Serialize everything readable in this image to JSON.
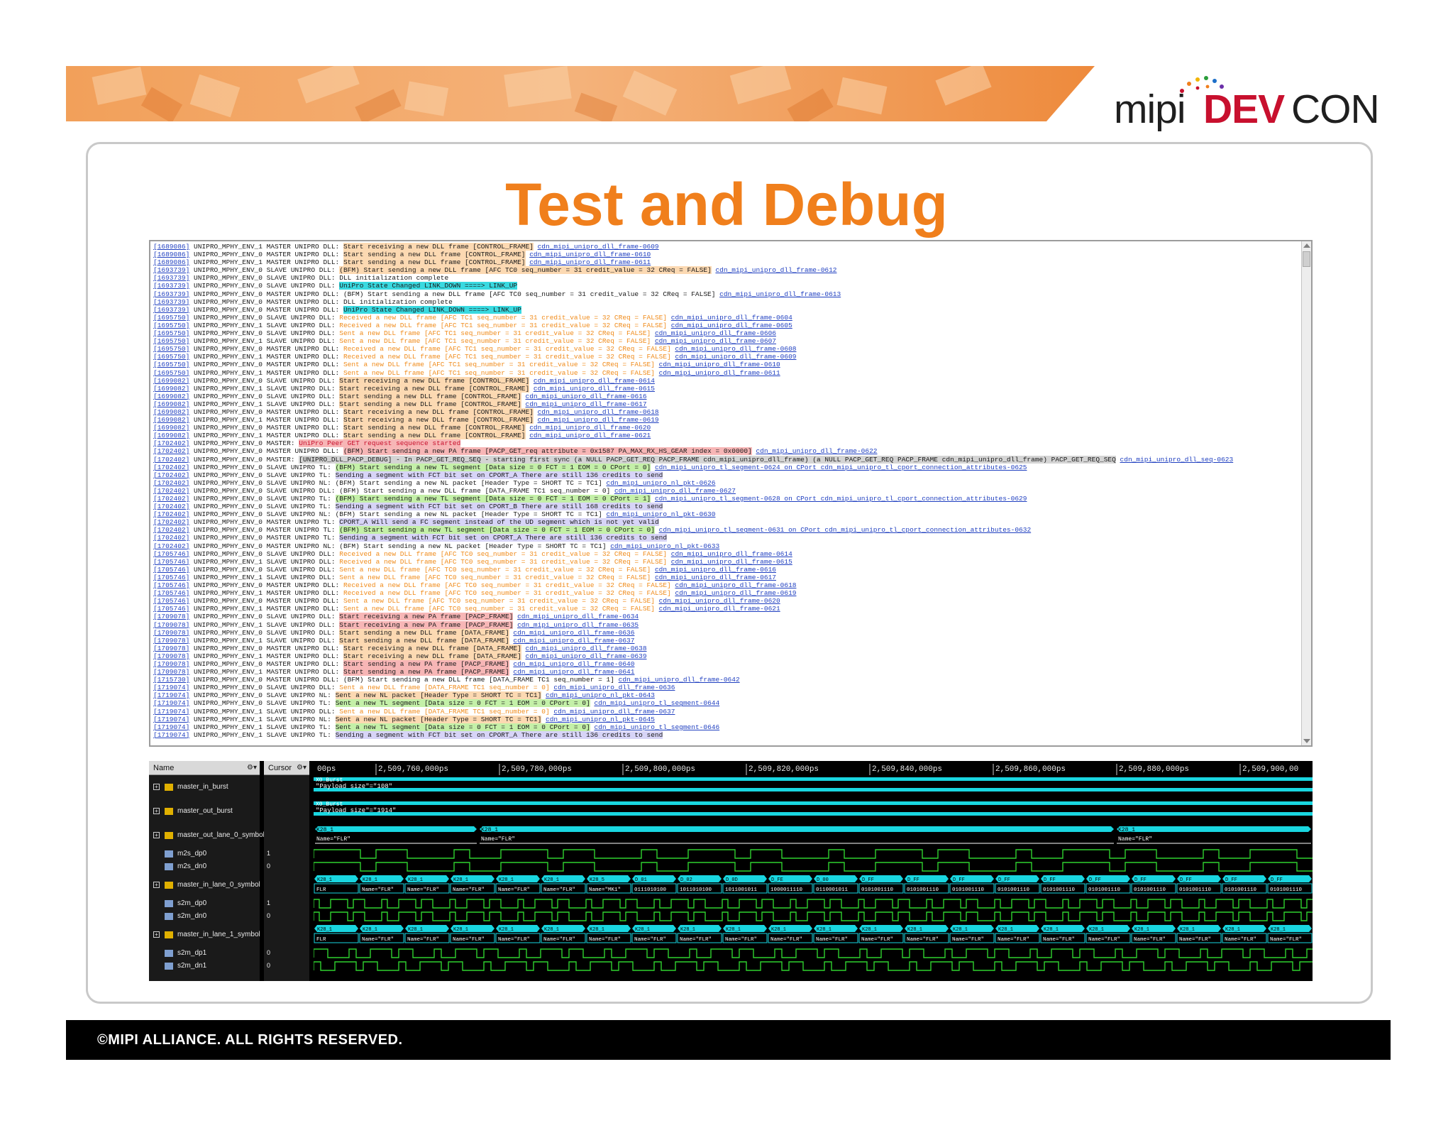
{
  "brand": {
    "logo_mipi": "mipi",
    "logo_dev": "DEV",
    "logo_con": "CON",
    "accent_orange": "#f07f1c",
    "accent_red": "#c8102e"
  },
  "slide": {
    "title": "Test and Debug",
    "footer": "©MIPI ALLIANCE. ALL RIGHTS RESERVED."
  },
  "log": {
    "lines": [
      {
        "ts": "[1689086]",
        "src": "UNIPRO_MPHY_ENV_1 MASTER UNIPRO DLL:",
        "msg": "Start receiving a new DLL frame [CONTROL_FRAME]",
        "hl": "orange",
        "link": "cdn_mipi_unipro_dll_frame-0609"
      },
      {
        "ts": "[1689086]",
        "src": "UNIPRO_MPHY_ENV_0 MASTER UNIPRO DLL:",
        "msg": "Start sending a new DLL frame [CONTROL_FRAME]",
        "hl": "orange",
        "link": "cdn_mipi_unipro_dll_frame-0610"
      },
      {
        "ts": "[1689086]",
        "src": "UNIPRO_MPHY_ENV_1 MASTER UNIPRO DLL:",
        "msg": "Start sending a new DLL frame [CONTROL_FRAME]",
        "hl": "orange",
        "link": "cdn_mipi_unipro_dll_frame-0611"
      },
      {
        "ts": "[1693739]",
        "src": "UNIPRO_MPHY_ENV_0 SLAVE UNIPRO DLL:",
        "msg": "(BFM) Start sending a new DLL frame [AFC TC0 seq_number = 31 credit_value = 32 CReq = FALSE]",
        "hl": "orange",
        "link": "cdn_mipi_unipro_dll_frame-0612"
      },
      {
        "ts": "[1693739]",
        "src": "UNIPRO_MPHY_ENV_0 SLAVE UNIPRO DLL:",
        "msg": "DLL initialization complete",
        "hl": "",
        "link": ""
      },
      {
        "ts": "[1693739]",
        "src": "UNIPRO_MPHY_ENV_0 SLAVE UNIPRO DLL:",
        "msg": "UniPro State Changed  LINK_DOWN ====> LINK_UP",
        "hl": "cyan",
        "link": ""
      },
      {
        "ts": "[1693739]",
        "src": "UNIPRO_MPHY_ENV_0 MASTER UNIPRO DLL:",
        "msg": "(BFM) Start sending a new DLL frame [AFC TC0 seq_number = 31 credit_value = 32 CReq = FALSE]",
        "hl": "",
        "link": "cdn_mipi_unipro_dll_frame-0613"
      },
      {
        "ts": "[1693739]",
        "src": "UNIPRO_MPHY_ENV_0 MASTER UNIPRO DLL:",
        "msg": "DLL initialization complete",
        "hl": "",
        "link": ""
      },
      {
        "ts": "[1693739]",
        "src": "UNIPRO_MPHY_ENV_0 MASTER UNIPRO DLL:",
        "msg": "UniPro State Changed  LINK_DOWN ====> LINK_UP",
        "hl": "cyan",
        "link": ""
      },
      {
        "ts": "[1695750]",
        "src": "UNIPRO_MPHY_ENV_0 SLAVE UNIPRO DLL:",
        "msg": "Received a new DLL frame [AFC TC1 seq_number = 31 credit_value = 32 CReq = FALSE]",
        "hl": "t-orange",
        "link": "cdn_mipi_unipro_dll_frame-0604"
      },
      {
        "ts": "[1695750]",
        "src": "UNIPRO_MPHY_ENV_1 SLAVE UNIPRO DLL:",
        "msg": "Received a new DLL frame [AFC TC1 seq_number = 31 credit_value = 32 CReq = FALSE]",
        "hl": "t-orange",
        "link": "cdn_mipi_unipro_dll_frame-0605"
      },
      {
        "ts": "[1695750]",
        "src": "UNIPRO_MPHY_ENV_0 SLAVE UNIPRO DLL:",
        "msg": "Sent a new  DLL frame [AFC TC1 seq_number = 31 credit_value = 32 CReq = FALSE]",
        "hl": "t-orange",
        "link": "cdn_mipi_unipro_dll_frame-0606"
      },
      {
        "ts": "[1695750]",
        "src": "UNIPRO_MPHY_ENV_1 SLAVE UNIPRO DLL:",
        "msg": "Sent a new  DLL frame [AFC TC1 seq_number = 31 credit_value = 32 CReq = FALSE]",
        "hl": "t-orange",
        "link": "cdn_mipi_unipro_dll_frame-0607"
      },
      {
        "ts": "[1695750]",
        "src": "UNIPRO_MPHY_ENV_0 MASTER UNIPRO DLL:",
        "msg": "Received a new DLL frame [AFC TC1 seq_number = 31 credit_value = 32 CReq = FALSE]",
        "hl": "t-orange",
        "link": "cdn_mipi_unipro_dll_frame-0608"
      },
      {
        "ts": "[1695750]",
        "src": "UNIPRO_MPHY_ENV_1 MASTER UNIPRO DLL:",
        "msg": "Received a new DLL frame [AFC TC1 seq_number = 31 credit_value = 32 CReq = FALSE]",
        "hl": "t-orange",
        "link": "cdn_mipi_unipro_dll_frame-0609"
      },
      {
        "ts": "[1695750]",
        "src": "UNIPRO_MPHY_ENV_0 MASTER UNIPRO DLL:",
        "msg": "Sent a new  DLL frame [AFC TC1 seq_number = 31 credit_value = 32 CReq = FALSE]",
        "hl": "t-orange",
        "link": "cdn_mipi_unipro_dll_frame-0610"
      },
      {
        "ts": "[1695750]",
        "src": "UNIPRO_MPHY_ENV_1 MASTER UNIPRO DLL:",
        "msg": "Sent a new  DLL frame [AFC TC1 seq_number = 31 credit_value = 32 CReq = FALSE]",
        "hl": "t-orange",
        "link": "cdn_mipi_unipro_dll_frame-0611"
      },
      {
        "ts": "[1699082]",
        "src": "UNIPRO_MPHY_ENV_0 SLAVE UNIPRO DLL:",
        "msg": "Start receiving a new DLL frame [CONTROL_FRAME]",
        "hl": "orange",
        "link": "cdn_mipi_unipro_dll_frame-0614"
      },
      {
        "ts": "[1699082]",
        "src": "UNIPRO_MPHY_ENV_1 SLAVE UNIPRO DLL:",
        "msg": "Start receiving a new DLL frame [CONTROL_FRAME]",
        "hl": "orange",
        "link": "cdn_mipi_unipro_dll_frame-0615"
      },
      {
        "ts": "[1699082]",
        "src": "UNIPRO_MPHY_ENV_0 SLAVE UNIPRO DLL:",
        "msg": "Start sending a new DLL frame [CONTROL_FRAME]",
        "hl": "orange",
        "link": "cdn_mipi_unipro_dll_frame-0616"
      },
      {
        "ts": "[1699082]",
        "src": "UNIPRO_MPHY_ENV_1 SLAVE UNIPRO DLL:",
        "msg": "Start sending a new DLL frame [CONTROL_FRAME]",
        "hl": "orange",
        "link": "cdn_mipi_unipro_dll_frame-0617"
      },
      {
        "ts": "[1699082]",
        "src": "UNIPRO_MPHY_ENV_0 MASTER UNIPRO DLL:",
        "msg": "Start receiving a new DLL frame [CONTROL_FRAME]",
        "hl": "orange",
        "link": "cdn_mipi_unipro_dll_frame-0618"
      },
      {
        "ts": "[1699082]",
        "src": "UNIPRO_MPHY_ENV_1 MASTER UNIPRO DLL:",
        "msg": "Start receiving a new DLL frame [CONTROL_FRAME]",
        "hl": "orange",
        "link": "cdn_mipi_unipro_dll_frame-0619"
      },
      {
        "ts": "[1699082]",
        "src": "UNIPRO_MPHY_ENV_0 MASTER UNIPRO DLL:",
        "msg": "Start sending a new DLL frame [CONTROL_FRAME]",
        "hl": "orange",
        "link": "cdn_mipi_unipro_dll_frame-0620"
      },
      {
        "ts": "[1699082]",
        "src": "UNIPRO_MPHY_ENV_1 MASTER UNIPRO DLL:",
        "msg": "Start sending a new DLL frame [CONTROL_FRAME]",
        "hl": "orange",
        "link": "cdn_mipi_unipro_dll_frame-0621"
      },
      {
        "ts": "[1702402]",
        "src": "UNIPRO_MPHY_ENV_0 MASTER:",
        "msg": "UniPro Peer GET request sequence started",
        "hl": "t-red-pink",
        "link": ""
      },
      {
        "ts": "[1702402]",
        "src": "UNIPRO_MPHY_ENV_0 MASTER UNIPRO DLL:",
        "msg": "(BFM) Start sending a new PA frame [PACP_GET_req attribute = 0x1587 PA_MAX_RX_HS_GEAR index = 0x0000]",
        "hl": "pink",
        "link": "cdn_mipi_unipro_dll_frame-0622"
      },
      {
        "ts": "[1702402]",
        "src": "UNIPRO_MPHY_ENV_0 MASTER:",
        "msg": "[UNIPRO_DLL_PACP_DEBUG] - In PACP_GET_REQ_SEQ - starting first sync (a NULL PACP_GET_REQ PACP_FRAME cdn_mipi_unipro_dll_frame) (a NULL PACP_GET_REQ PACP_FRAME cdn_mipi_unipro_dll_frame) PACP_GET_REQ_SEQ",
        "hl": "gray",
        "link": "cdn_mipi_unipro_dll_seq-0623"
      },
      {
        "ts": "[1702402]",
        "src": "UNIPRO_MPHY_ENV_0 SLAVE UNIPRO TL:",
        "msg": "(BFM) Start sending a new TL segment [Data size = 0 FCT = 1 EOM = 0 CPort = 0]",
        "hl": "green",
        "link": "cdn_mipi_unipro_tl_segment-0624 on CPort cdn_mipi_unipro_tl_cport_connection_attributes-0625"
      },
      {
        "ts": "[1702402]",
        "src": "UNIPRO_MPHY_ENV_0 SLAVE UNIPRO TL:",
        "msg": "Sending a segment with FCT bit set on CPORT_A  There are still 136 credits to send",
        "hl": "lav",
        "link": ""
      },
      {
        "ts": "[1702402]",
        "src": "UNIPRO_MPHY_ENV_0 SLAVE UNIPRO NL:",
        "msg": "(BFM) Start sending a new NL packet [Header Type = SHORT TC = TC1]",
        "hl": "",
        "link": "cdn_mipi_unipro_nl_pkt-0626"
      },
      {
        "ts": "[1702402]",
        "src": "UNIPRO_MPHY_ENV_0 SLAVE UNIPRO DLL:",
        "msg": "(BFM) Start sending a new DLL frame [DATA_FRAME TC1 seq_number = 0]",
        "hl": "",
        "link": "cdn_mipi_unipro_dll_frame-0627"
      },
      {
        "ts": "[1702402]",
        "src": "UNIPRO_MPHY_ENV_0 SLAVE UNIPRO TL:",
        "msg": "(BFM) Start sending a new TL segment [Data size = 0 FCT = 1 EOM = 0 CPort = 1]",
        "hl": "green",
        "link": "cdn_mipi_unipro_tl_segment-0628 on CPort cdn_mipi_unipro_tl_cport_connection_attributes-0629"
      },
      {
        "ts": "[1702402]",
        "src": "UNIPRO_MPHY_ENV_0 SLAVE UNIPRO TL:",
        "msg": "Sending a segment with FCT bit set on CPORT_B  There are still 168 credits to send",
        "hl": "lav",
        "link": ""
      },
      {
        "ts": "[1702402]",
        "src": "UNIPRO_MPHY_ENV_0 SLAVE UNIPRO NL:",
        "msg": "(BFM) Start sending a new NL packet [Header Type = SHORT TC = TC1]",
        "hl": "",
        "link": "cdn_mipi_unipro_nl_pkt-0630"
      },
      {
        "ts": "[1702402]",
        "src": "UNIPRO_MPHY_ENV_0 MASTER UNIPRO TL:",
        "msg": "CPORT_A  Will send a FC segment instead of the UD segment which is not yet valid",
        "hl": "lav",
        "link": ""
      },
      {
        "ts": "[1702402]",
        "src": "UNIPRO_MPHY_ENV_0 MASTER UNIPRO TL:",
        "msg": "(BFM) Start sending a new TL segment [Data size = 0 FCT = 1 EOM = 0 CPort = 0]",
        "hl": "green",
        "link": "cdn_mipi_unipro_tl_segment-0631 on CPort cdn_mipi_unipro_tl_cport_connection_attributes-0632"
      },
      {
        "ts": "[1702402]",
        "src": "UNIPRO_MPHY_ENV_0 MASTER UNIPRO TL:",
        "msg": "Sending a segment with FCT bit set on CPORT_A  There are still 136 credits to send",
        "hl": "lav",
        "link": ""
      },
      {
        "ts": "[1702402]",
        "src": "UNIPRO_MPHY_ENV_0 MASTER UNIPRO NL:",
        "msg": "(BFM) Start sending a new NL packet [Header Type = SHORT TC = TC1]",
        "hl": "",
        "link": "cdn_mipi_unipro_nl_pkt-0633"
      },
      {
        "ts": "[1705746]",
        "src": "UNIPRO_MPHY_ENV_0 SLAVE UNIPRO DLL:",
        "msg": "Received a new DLL frame [AFC TC0 seq_number = 31 credit_value = 32 CReq = FALSE]",
        "hl": "t-orange",
        "link": "cdn_mipi_unipro_dll_frame-0614"
      },
      {
        "ts": "[1705746]",
        "src": "UNIPRO_MPHY_ENV_1 SLAVE UNIPRO DLL:",
        "msg": "Received a new DLL frame [AFC TC0 seq_number = 31 credit_value = 32 CReq = FALSE]",
        "hl": "t-orange",
        "link": "cdn_mipi_unipro_dll_frame-0615"
      },
      {
        "ts": "[1705746]",
        "src": "UNIPRO_MPHY_ENV_0 SLAVE UNIPRO DLL:",
        "msg": "Sent a new  DLL frame [AFC TC0 seq_number = 31 credit_value = 32 CReq = FALSE]",
        "hl": "t-orange",
        "link": "cdn_mipi_unipro_dll_frame-0616"
      },
      {
        "ts": "[1705746]",
        "src": "UNIPRO_MPHY_ENV_1 SLAVE UNIPRO DLL:",
        "msg": "Sent a new  DLL frame [AFC TC0 seq_number = 31 credit_value = 32 CReq = FALSE]",
        "hl": "t-orange",
        "link": "cdn_mipi_unipro_dll_frame-0617"
      },
      {
        "ts": "[1705746]",
        "src": "UNIPRO_MPHY_ENV_0 MASTER UNIPRO DLL:",
        "msg": "Received a new DLL frame [AFC TC0 seq_number = 31 credit_value = 32 CReq = FALSE]",
        "hl": "t-orange",
        "link": "cdn_mipi_unipro_dll_frame-0618"
      },
      {
        "ts": "[1705746]",
        "src": "UNIPRO_MPHY_ENV_1 MASTER UNIPRO DLL:",
        "msg": "Received a new DLL frame [AFC TC0 seq_number = 31 credit_value = 32 CReq = FALSE]",
        "hl": "t-orange",
        "link": "cdn_mipi_unipro_dll_frame-0619"
      },
      {
        "ts": "[1705746]",
        "src": "UNIPRO_MPHY_ENV_0 MASTER UNIPRO DLL:",
        "msg": "Sent a new  DLL frame [AFC TC0 seq_number = 31 credit_value = 32 CReq = FALSE]",
        "hl": "t-orange",
        "link": "cdn_mipi_unipro_dll_frame-0620"
      },
      {
        "ts": "[1705746]",
        "src": "UNIPRO_MPHY_ENV_1 MASTER UNIPRO DLL:",
        "msg": "Sent a new  DLL frame [AFC TC0 seq_number = 31 credit_value = 32 CReq = FALSE]",
        "hl": "t-orange",
        "link": "cdn_mipi_unipro_dll_frame-0621"
      },
      {
        "ts": "[1709078]",
        "src": "UNIPRO_MPHY_ENV_0 SLAVE UNIPRO DLL:",
        "msg": "Start receiving a new PA frame [PACP_FRAME]",
        "hl": "pink",
        "link": "cdn_mipi_unipro_dll_frame-0634"
      },
      {
        "ts": "[1709078]",
        "src": "UNIPRO_MPHY_ENV_1 SLAVE UNIPRO DLL:",
        "msg": "Start receiving a new PA frame [PACP_FRAME]",
        "hl": "pink",
        "link": "cdn_mipi_unipro_dll_frame-0635"
      },
      {
        "ts": "[1709078]",
        "src": "UNIPRO_MPHY_ENV_0 SLAVE UNIPRO DLL:",
        "msg": "Start sending a new DLL frame [DATA_FRAME]",
        "hl": "orange",
        "link": "cdn_mipi_unipro_dll_frame-0636"
      },
      {
        "ts": "[1709078]",
        "src": "UNIPRO_MPHY_ENV_1 SLAVE UNIPRO DLL:",
        "msg": "Start sending a new DLL frame [DATA_FRAME]",
        "hl": "orange",
        "link": "cdn_mipi_unipro_dll_frame-0637"
      },
      {
        "ts": "[1709078]",
        "src": "UNIPRO_MPHY_ENV_0 MASTER UNIPRO DLL:",
        "msg": "Start receiving a new DLL frame [DATA_FRAME]",
        "hl": "orange",
        "link": "cdn_mipi_unipro_dll_frame-0638"
      },
      {
        "ts": "[1709078]",
        "src": "UNIPRO_MPHY_ENV_1 MASTER UNIPRO DLL:",
        "msg": "Start receiving a new DLL frame [DATA_FRAME]",
        "hl": "orange",
        "link": "cdn_mipi_unipro_dll_frame-0639"
      },
      {
        "ts": "[1709078]",
        "src": "UNIPRO_MPHY_ENV_0 MASTER UNIPRO DLL:",
        "msg": "Start sending a new PA frame [PACP_FRAME]",
        "hl": "pink",
        "link": "cdn_mipi_unipro_dll_frame-0640"
      },
      {
        "ts": "[1709078]",
        "src": "UNIPRO_MPHY_ENV_1 MASTER UNIPRO DLL:",
        "msg": "Start sending a new PA frame [PACP_FRAME]",
        "hl": "pink",
        "link": "cdn_mipi_unipro_dll_frame-0641"
      },
      {
        "ts": "[1715730]",
        "src": "UNIPRO_MPHY_ENV_0 MASTER UNIPRO DLL:",
        "msg": "(BFM) Start sending a new DLL frame [DATA_FRAME TC1 seq_number = 1]",
        "hl": "",
        "link": "cdn_mipi_unipro_dll_frame-0642"
      },
      {
        "ts": "[1719074]",
        "src": "UNIPRO_MPHY_ENV_0 SLAVE UNIPRO DLL:",
        "msg": "Sent a new  DLL frame [DATA_FRAME TC1 seq_number = 0]",
        "hl": "t-orange",
        "link": "cdn_mipi_unipro_dll_frame-0636"
      },
      {
        "ts": "[1719074]",
        "src": "UNIPRO_MPHY_ENV_0 SLAVE UNIPRO NL:",
        "msg": "Sent a new NL packet [Header Type = SHORT TC = TC1]",
        "hl": "orange",
        "link": "cdn_mipi_unipro_nl_pkt-0643"
      },
      {
        "ts": "[1719074]",
        "src": "UNIPRO_MPHY_ENV_0 SLAVE UNIPRO TL:",
        "msg": "Sent a new TL segment [Data size = 0 FCT = 1 EOM = 0 CPort = 0]",
        "hl": "green",
        "link": "cdn_mipi_unipro_tl_segment-0644"
      },
      {
        "ts": "[1719074]",
        "src": "UNIPRO_MPHY_ENV_1 SLAVE UNIPRO DLL:",
        "msg": "Sent a new  DLL frame [DATA_FRAME TC1 seq_number = 0]",
        "hl": "t-orange",
        "link": "cdn_mipi_unipro_dll_frame-0637"
      },
      {
        "ts": "[1719074]",
        "src": "UNIPRO_MPHY_ENV_1 SLAVE UNIPRO NL:",
        "msg": "Sent a new NL packet [Header Type = SHORT TC = TC1]",
        "hl": "orange",
        "link": "cdn_mipi_unipro_nl_pkt-0645"
      },
      {
        "ts": "[1719074]",
        "src": "UNIPRO_MPHY_ENV_1 SLAVE UNIPRO TL:",
        "msg": "Sent a new TL segment [Data size = 0 FCT = 1 EOM = 0 CPort = 0]",
        "hl": "green",
        "link": "cdn_mipi_unipro_tl_segment-0646"
      },
      {
        "ts": "[1719074]",
        "src": "UNIPRO_MPHY_ENV_1 SLAVE UNIPRO TL:",
        "msg": "Sending a segment with FCT bit set on CPORT_A  There are still 136 credits to send",
        "hl": "lav",
        "link": ""
      }
    ]
  },
  "waveform": {
    "name_header": "Name",
    "cursor_header": "Cursor",
    "time_labels": [
      "00ps",
      "2,509,760,000ps",
      "2,509,780,000ps",
      "2,509,800,000ps",
      "2,509,820,000ps",
      "2,509,840,000ps",
      "2,509,860,000ps",
      "2,509,880,000ps",
      "2,509,900,00"
    ],
    "signals": [
      {
        "name": "master_in_burst",
        "cursor": "",
        "expandable": true,
        "kind": "bus",
        "label1": "X0_Burst",
        "label2": "\"Payload size\"=\"108\""
      },
      {
        "name": "master_out_burst",
        "cursor": "",
        "expandable": true,
        "kind": "bus",
        "label1": "X0_Burst",
        "label2": "\"Payload size\"=\"1914\""
      },
      {
        "name": "master_out_lane_0_symbol",
        "cursor": "",
        "expandable": true,
        "kind": "symbol",
        "label1": "K28_1",
        "label2": "Name=\"FLR\""
      },
      {
        "name": "m2s_dp0",
        "cursor": "1",
        "expandable": false,
        "kind": "digital"
      },
      {
        "name": "m2s_dn0",
        "cursor": "0",
        "expandable": false,
        "kind": "digital"
      },
      {
        "name": "master_in_lane_0_symbol",
        "cursor": "",
        "expandable": true,
        "kind": "symbols-dense"
      },
      {
        "name": "s2m_dp0",
        "cursor": "1",
        "expandable": false,
        "kind": "digital"
      },
      {
        "name": "s2m_dn0",
        "cursor": "0",
        "expandable": false,
        "kind": "digital"
      },
      {
        "name": "master_in_lane_1_symbol",
        "cursor": "",
        "expandable": true,
        "kind": "symbols-dense"
      },
      {
        "name": "s2m_dp1",
        "cursor": "0",
        "expandable": false,
        "kind": "digital"
      },
      {
        "name": "s2m_dn1",
        "cursor": "0",
        "expandable": false,
        "kind": "digital"
      }
    ],
    "lane0_symbols": [
      "K28_1",
      "K28_1",
      "K28_1",
      "K28_1",
      "K28_1",
      "K28_1",
      "K28_5",
      "D_01",
      "D_02",
      "D_0D",
      "D_FE",
      "D_00",
      "D_FF",
      "D_FF",
      "D_FF",
      "D_FF",
      "D_FF",
      "D_FF",
      "D_FF",
      "D_FF",
      "D_FF",
      "D_FF"
    ],
    "lane0_values": [
      "FLR",
      "Name=\"FLR\"",
      "Name=\"FLR\"",
      "Name=\"FLR\"",
      "Name=\"FLR\"",
      "Name=\"FLR\"",
      "Name=\"MK1\"",
      "0111010100",
      "1011010100",
      "1011001011",
      "1000011110",
      "0110001011",
      "0101001110",
      "0101001110",
      "0101001110",
      "0101001110",
      "0101001110",
      "0101001110",
      "0101001110",
      "0101001110",
      "0101001110",
      "0101001110"
    ],
    "lane1_symbols": [
      "K28_1",
      "K28_1",
      "K28_1",
      "K28_1",
      "K28_1",
      "K28_1",
      "K28_1",
      "K28_1",
      "K28_1",
      "K28_1",
      "K28_1",
      "K28_1",
      "K28_1",
      "K28_1",
      "K28_1",
      "K28_1",
      "K28_1",
      "K28_1",
      "K28_1",
      "K28_1",
      "K28_1",
      "K28_1"
    ],
    "lane1_values": [
      "FLR",
      "Name=\"FLR\"",
      "Name=\"FLR\"",
      "Name=\"FLR\"",
      "Name=\"FLR\"",
      "Name=\"FLR\"",
      "Name=\"FLR\"",
      "Name=\"FLR\"",
      "Name=\"FLR\"",
      "Name=\"FLR\"",
      "Name=\"FLR\"",
      "Name=\"FLR\"",
      "Name=\"FLR\"",
      "Name=\"FLR\"",
      "Name=\"FLR\"",
      "Name=\"FLR\"",
      "Name=\"FLR\"",
      "Name=\"FLR\"",
      "Name=\"FLR\"",
      "Name=\"FLR\"",
      "Name=\"FLR\"",
      "Name=\"FLR\""
    ],
    "colors": {
      "bus": "#19d6e0",
      "digital": "#2fd12f",
      "background": "#000000"
    }
  }
}
